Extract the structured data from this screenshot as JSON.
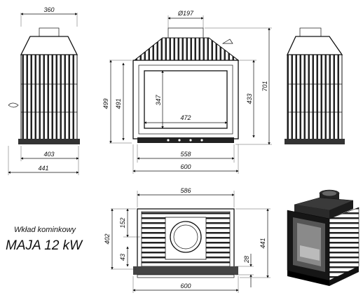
{
  "caption": {
    "line1": "Wkład kominkowy",
    "line2": "MAJA 12 kW"
  },
  "dimensions": {
    "left_top_width": "360",
    "left_bottom_inner": "403",
    "left_bottom_outer": "441",
    "front_chimney_diameter": "Ø197",
    "front_height_outer": "499",
    "front_height_inner": "491",
    "front_glass_height": "347",
    "front_glass_width": "472",
    "front_height_side": "433",
    "front_total_height": "701",
    "front_width_inner": "558",
    "front_width_outer": "600",
    "top_width": "586",
    "top_offset": "152",
    "top_depth": "402",
    "top_small_offset": "43",
    "top_right_small": "28",
    "top_depth_outer": "441",
    "top_bottom_width": "600"
  }
}
